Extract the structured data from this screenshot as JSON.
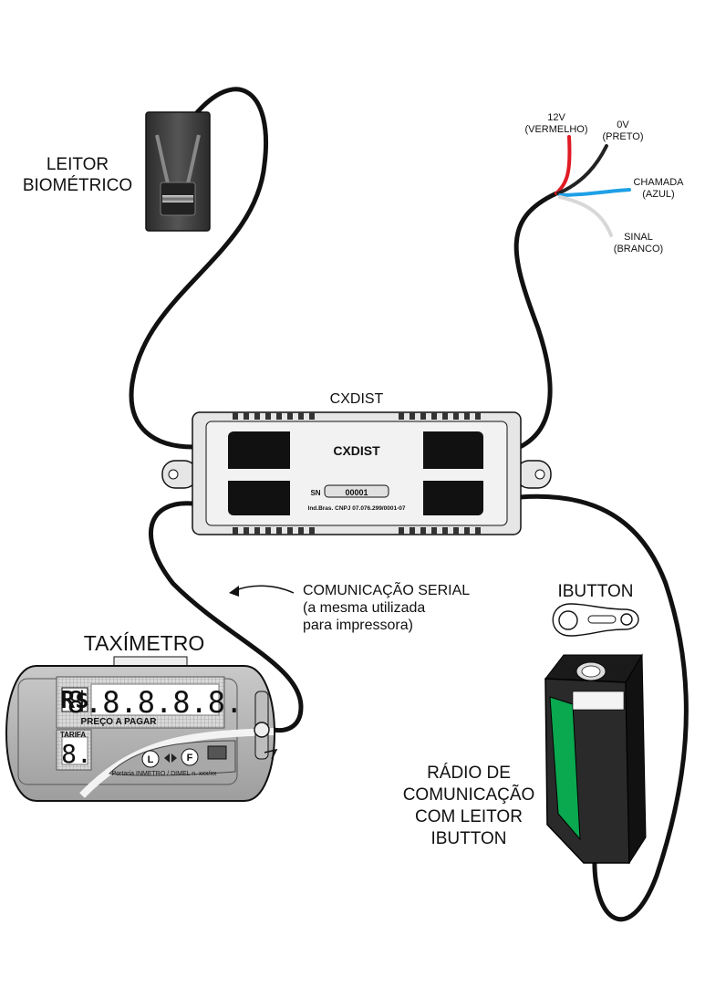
{
  "labels": {
    "leitor_biometrico_line1": "LEITOR",
    "leitor_biometrico_line2": "BIOMÉTRICO",
    "wire_12v": "12V",
    "wire_12v_color": "(VERMELHO)",
    "wire_0v": "0V",
    "wire_0v_color": "(PRETO)",
    "wire_chamada": "CHAMADA",
    "wire_chamada_color": "(AZUL)",
    "wire_sinal": "SINAL",
    "wire_sinal_color": "(BRANCO)",
    "cxdist_title": "CXDIST",
    "serial_line1": "COMUNICAÇÃO SERIAL",
    "serial_line2": "(a mesma utilizada",
    "serial_line3": "para impressora)",
    "ibutton": "IBUTTON",
    "taximetro": "TAXÍMETRO",
    "radio_line1": "RÁDIO DE",
    "radio_line2": "COMUNICAÇÃO",
    "radio_line3": "COM LEITOR",
    "radio_line4": "IBUTTON"
  },
  "cxdist": {
    "name": "CXDIST",
    "sn_label": "SN",
    "sn_value": "00001",
    "ind": "Ind.Bras.  CNPJ 07.076.299/0001-07"
  },
  "taximeter": {
    "currency": "R$",
    "display": "8.8.8.8.8.",
    "price_label": "PREÇO A PAGAR",
    "tarifa_label": "TARIFA",
    "tarifa_digit": "8.",
    "button_l": "L",
    "button_f": "F",
    "footer": "Portaria INMETRO / DIMEL n. xxx/xx"
  },
  "colors": {
    "wire_red": "#e01b24",
    "wire_black": "#222222",
    "wire_blue": "#1ea0e6",
    "wire_white": "#dddddd",
    "radio_green": "#0aa84f",
    "cable": "#111111"
  }
}
